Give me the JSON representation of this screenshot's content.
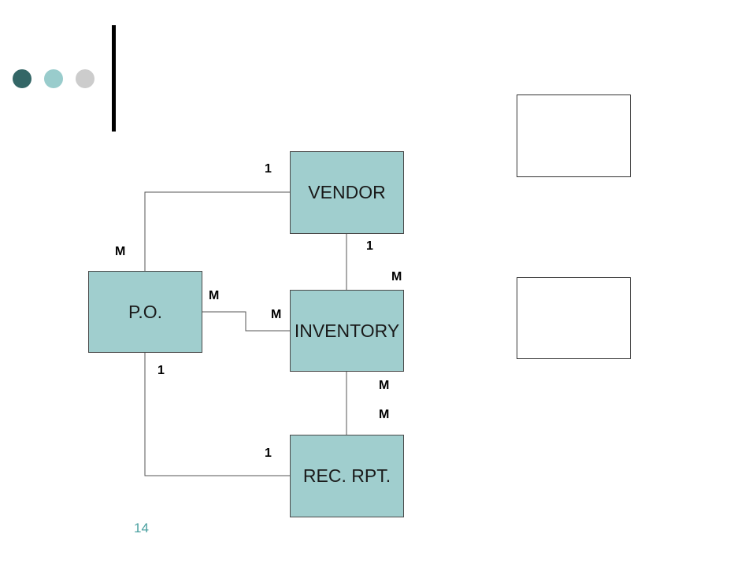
{
  "decoration": {
    "dots": [
      {
        "name": "dark-teal",
        "color": "#336666"
      },
      {
        "name": "light-teal",
        "color": "#99cccc"
      },
      {
        "name": "gray",
        "color": "#cccccc"
      }
    ],
    "bar_color": "#000000"
  },
  "colors": {
    "entity_fill": "#a0cece",
    "line": "#555555",
    "page_number": "#4aa0a0"
  },
  "entities": {
    "vendor": "VENDOR",
    "po": "P.O.",
    "inventory": "INVENTORY",
    "rec_rpt": "REC. RPT."
  },
  "relationships": [
    {
      "from": "P.O.",
      "to": "VENDOR",
      "from_cardinality": "M",
      "to_cardinality": "1"
    },
    {
      "from": "VENDOR",
      "to": "INVENTORY",
      "from_cardinality": "1",
      "to_cardinality": "M"
    },
    {
      "from": "P.O.",
      "to": "INVENTORY",
      "from_cardinality": "M",
      "to_cardinality": "M"
    },
    {
      "from": "INVENTORY",
      "to": "REC. RPT.",
      "from_cardinality": "M",
      "to_cardinality": "M"
    },
    {
      "from": "P.O.",
      "to": "REC. RPT.",
      "from_cardinality": "1",
      "to_cardinality": "1"
    }
  ],
  "page_number": "14"
}
